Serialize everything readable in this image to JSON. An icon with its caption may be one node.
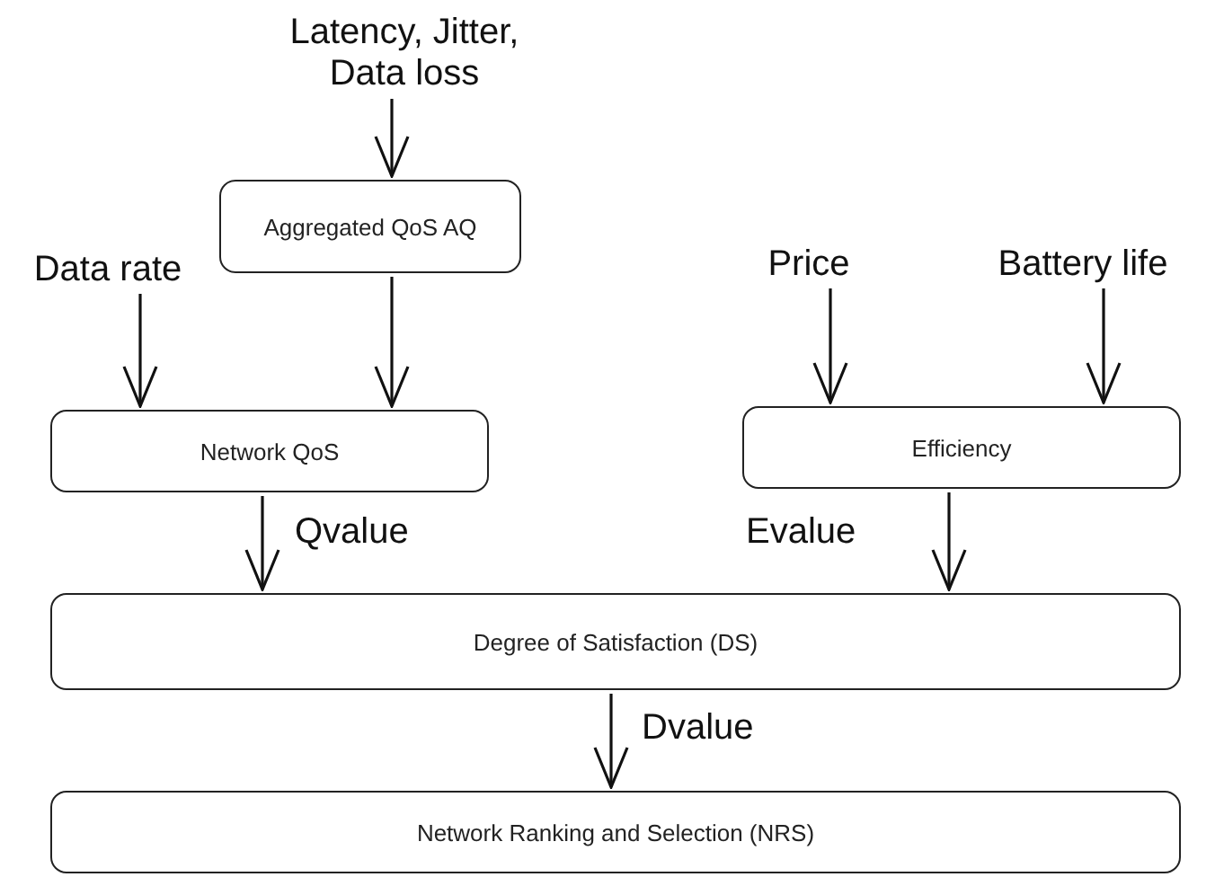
{
  "diagram": {
    "nodes": [
      {
        "text": [
          "Latency, Jitter, Data loss"
        ]
      },
      {
        "text": [
          "Aggregated QoS AQ"
        ]
      },
      {
        "text": [
          "Data rate"
        ]
      },
      {
        "text": [
          "Price"
        ]
      },
      {
        "text": [
          "Battery life"
        ]
      },
      {
        "text": [
          "Network QoS"
        ]
      },
      {
        "text": [
          "Efficiency"
        ]
      },
      {
        "text": [
          "Degree of Satisfaction (DS)"
        ]
      },
      {
        "text": [
          "Network Ranking and Selection (NRS)"
        ]
      }
    ],
    "edges": [
      {
        "from": 0,
        "to": 1,
        "arrow": "to"
      },
      {
        "from": 1,
        "to": 5,
        "arrow": "to"
      },
      {
        "from": 2,
        "to": 5,
        "arrow": "to"
      },
      {
        "from": 3,
        "to": 6,
        "arrow": "to"
      },
      {
        "from": 4,
        "to": 6,
        "arrow": "to"
      },
      {
        "from": 5,
        "to": 7,
        "arrow": "to",
        "label": "Qvalue"
      },
      {
        "from": 6,
        "to": 7,
        "arrow": "to",
        "label": "Evalue"
      },
      {
        "from": 7,
        "to": 8,
        "arrow": "to",
        "label": "Dvalue"
      }
    ]
  }
}
